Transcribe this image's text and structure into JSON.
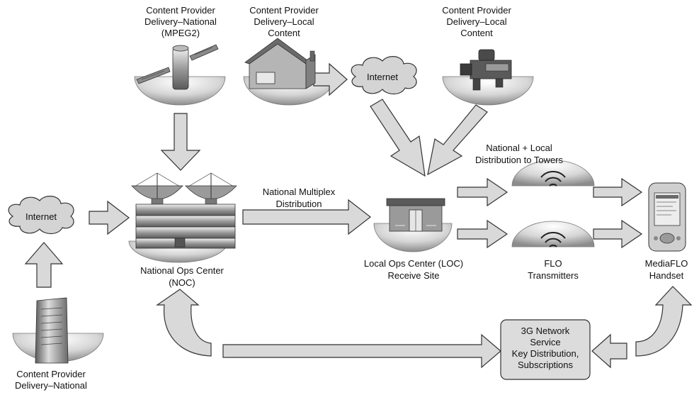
{
  "labels": {
    "cp_national_top": [
      "Content Provider",
      "Delivery–National",
      "(MPEG2)"
    ],
    "cp_local_house": [
      "Content Provider",
      "Delivery–Local",
      "Content"
    ],
    "cp_local_camera": [
      "Content Provider",
      "Delivery–Local",
      "Content"
    ],
    "national_local_towers": [
      "National + Local",
      "Distribution to Towers"
    ],
    "national_multiplex": [
      "National Multiplex",
      "Distribution"
    ],
    "noc": [
      "National Ops Center",
      "(NOC)"
    ],
    "loc": [
      "Local Ops Center (LOC)",
      "Receive Site"
    ],
    "flo": [
      "FLO",
      "Transmitters"
    ],
    "handset": [
      "MediaFLO",
      "Handset"
    ],
    "cp_national_bottom": [
      "Content Provider",
      "Delivery–National"
    ],
    "network_box": [
      "3G Network",
      "Service",
      "Key Distribution,",
      "Subscriptions"
    ]
  },
  "clouds": {
    "internet_top": "Internet",
    "internet_left": "Internet"
  },
  "icons": [
    "satellite-icon",
    "house-icon",
    "video-camera-icon",
    "satellite-dish-icon",
    "building-icon",
    "wireless-signal-icon",
    "handset-icon",
    "server-tower-icon"
  ],
  "colors": {
    "arrow_fill": "#d9d9d9",
    "arrow_stroke": "#333333",
    "cloud_fill": "#d4d4d4",
    "box_fill": "#dcdcdc"
  }
}
